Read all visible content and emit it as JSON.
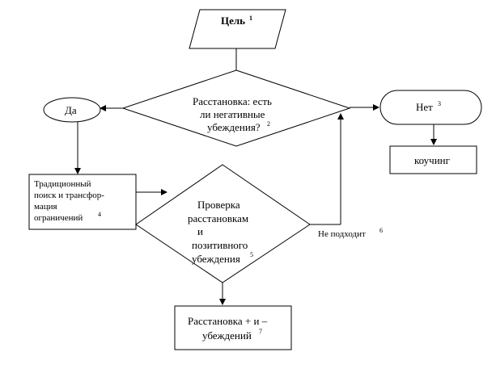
{
  "diagram": {
    "goal": {
      "label": "Цель",
      "note": "1"
    },
    "decision_main": {
      "lines": [
        "Расстановка: есть",
        "ли негативные",
        "убеждения?"
      ],
      "note": "2"
    },
    "yes": {
      "label": "Да"
    },
    "no": {
      "label": "Нет",
      "note": "3"
    },
    "coaching": {
      "label": "коучинг"
    },
    "traditional": {
      "lines": [
        "Традиционный",
        "поиск и трансфор-",
        "мация",
        "ограничений"
      ],
      "note": "4"
    },
    "check": {
      "lines": [
        "Проверка",
        "расстановкам",
        "и",
        "позитивного",
        "убеждения"
      ],
      "note": "5"
    },
    "not_fit": {
      "label": "Не подходит",
      "note": "6"
    },
    "result": {
      "lines": [
        "Расстановка + и –",
        "убеждений"
      ],
      "note": "7"
    }
  }
}
